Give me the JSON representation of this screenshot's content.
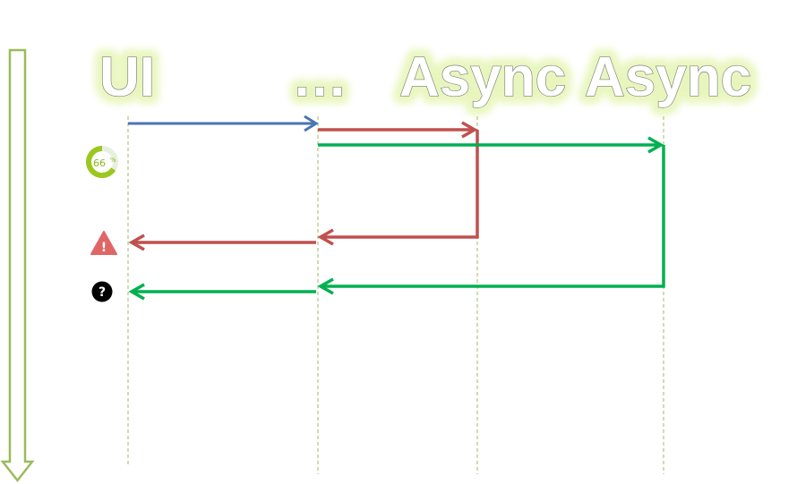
{
  "lanes": [
    {
      "id": "ui",
      "title": "UI"
    },
    {
      "id": "mid",
      "title": "…"
    },
    {
      "id": "async1",
      "title": "Async"
    },
    {
      "id": "async2",
      "title": "Async"
    }
  ],
  "progress": {
    "value": 66,
    "value_text": "66",
    "unit": "%"
  },
  "warning_glyph": "!",
  "help_glyph": "?",
  "colors": {
    "call": "#4a74b3",
    "red_flow": "#c0504d",
    "green_flow": "#00b050",
    "lifeline": "#a3b860",
    "timeline_arrow": "#9bbb59",
    "glow": "#d7f08a"
  },
  "icons": {
    "progress": "progress-ring-icon",
    "warning": "warning-triangle-icon",
    "help": "question-circle-icon",
    "time": "timeline-down-arrow-icon"
  }
}
